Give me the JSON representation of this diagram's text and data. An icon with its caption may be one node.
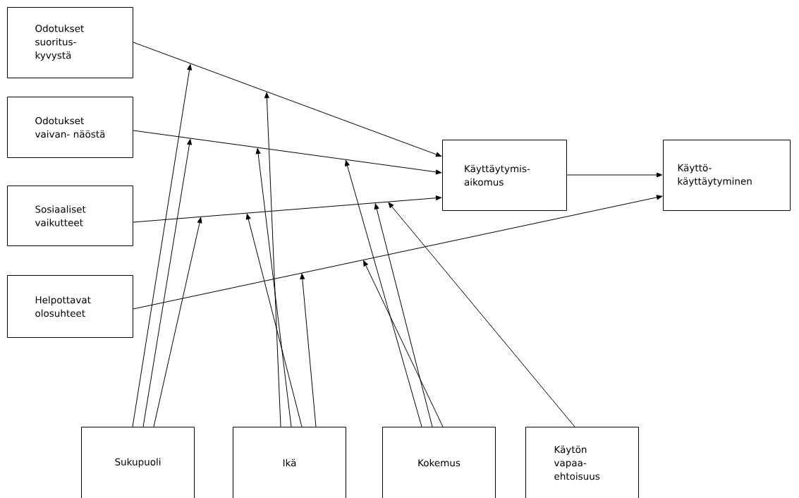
{
  "diagram": {
    "nodes": [
      {
        "text": [
          "Odotukset suoritus- kyvystä"
        ]
      },
      {
        "text": [
          "Odotukset vaivan- näöstä"
        ]
      },
      {
        "text": [
          "Sosiaaliset vaikutteet"
        ]
      },
      {
        "text": [
          "Helpottavat olosuhteet"
        ]
      },
      {
        "text": [
          "Käyttäytymis- aikomus"
        ]
      },
      {
        "text": [
          "Käyttö- käyttäytyminen"
        ]
      },
      {
        "text": [
          "Sukupuoli"
        ]
      },
      {
        "text": [
          "Ikä"
        ]
      },
      {
        "text": [
          "Kokemus"
        ]
      },
      {
        "text": [
          "Käytön vapaa- ehtoisuus"
        ]
      }
    ],
    "edges": [
      {
        "from": 0,
        "to": 4,
        "arrow": "to"
      },
      {
        "from": 1,
        "to": 4,
        "arrow": "to"
      },
      {
        "from": 2,
        "to": 4,
        "arrow": "to"
      },
      {
        "from": 3,
        "to": 5,
        "arrow": "to"
      },
      {
        "from": 4,
        "to": 5,
        "arrow": "to"
      },
      {
        "from": 6,
        "to": null,
        "arrow": "to"
      },
      {
        "from": 6,
        "to": null,
        "arrow": "to"
      },
      {
        "from": 6,
        "to": null,
        "arrow": "to"
      },
      {
        "from": 7,
        "to": null,
        "arrow": "to"
      },
      {
        "from": 7,
        "to": null,
        "arrow": "to"
      },
      {
        "from": 7,
        "to": null,
        "arrow": "to"
      },
      {
        "from": 7,
        "to": null,
        "arrow": "to"
      },
      {
        "from": 8,
        "to": null,
        "arrow": "to"
      },
      {
        "from": 8,
        "to": null,
        "arrow": "to"
      },
      {
        "from": 8,
        "to": null,
        "arrow": "to"
      },
      {
        "from": 9,
        "to": null,
        "arrow": "to"
      }
    ]
  }
}
